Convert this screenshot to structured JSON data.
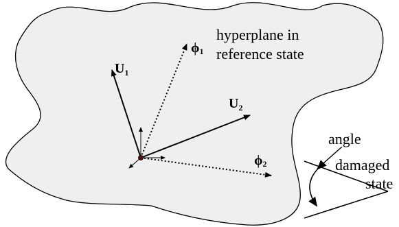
{
  "labels": {
    "hyperplane_line1": "hyperplane in",
    "hyperplane_line2": "reference state",
    "angle": "angle",
    "damaged_line1": "damaged",
    "damaged_line2": "state"
  },
  "vectors": {
    "u1": {
      "symbol": "U",
      "subscript": "1"
    },
    "u2": {
      "symbol": "U",
      "subscript": "2"
    },
    "phi1": {
      "symbol": "ϕ",
      "subscript": "1"
    },
    "phi2": {
      "symbol": "ϕ",
      "subscript": "2"
    }
  },
  "colors": {
    "plane_fill": "#efefef",
    "stroke": "#000000",
    "origin_dot": "#5a0f0f"
  }
}
